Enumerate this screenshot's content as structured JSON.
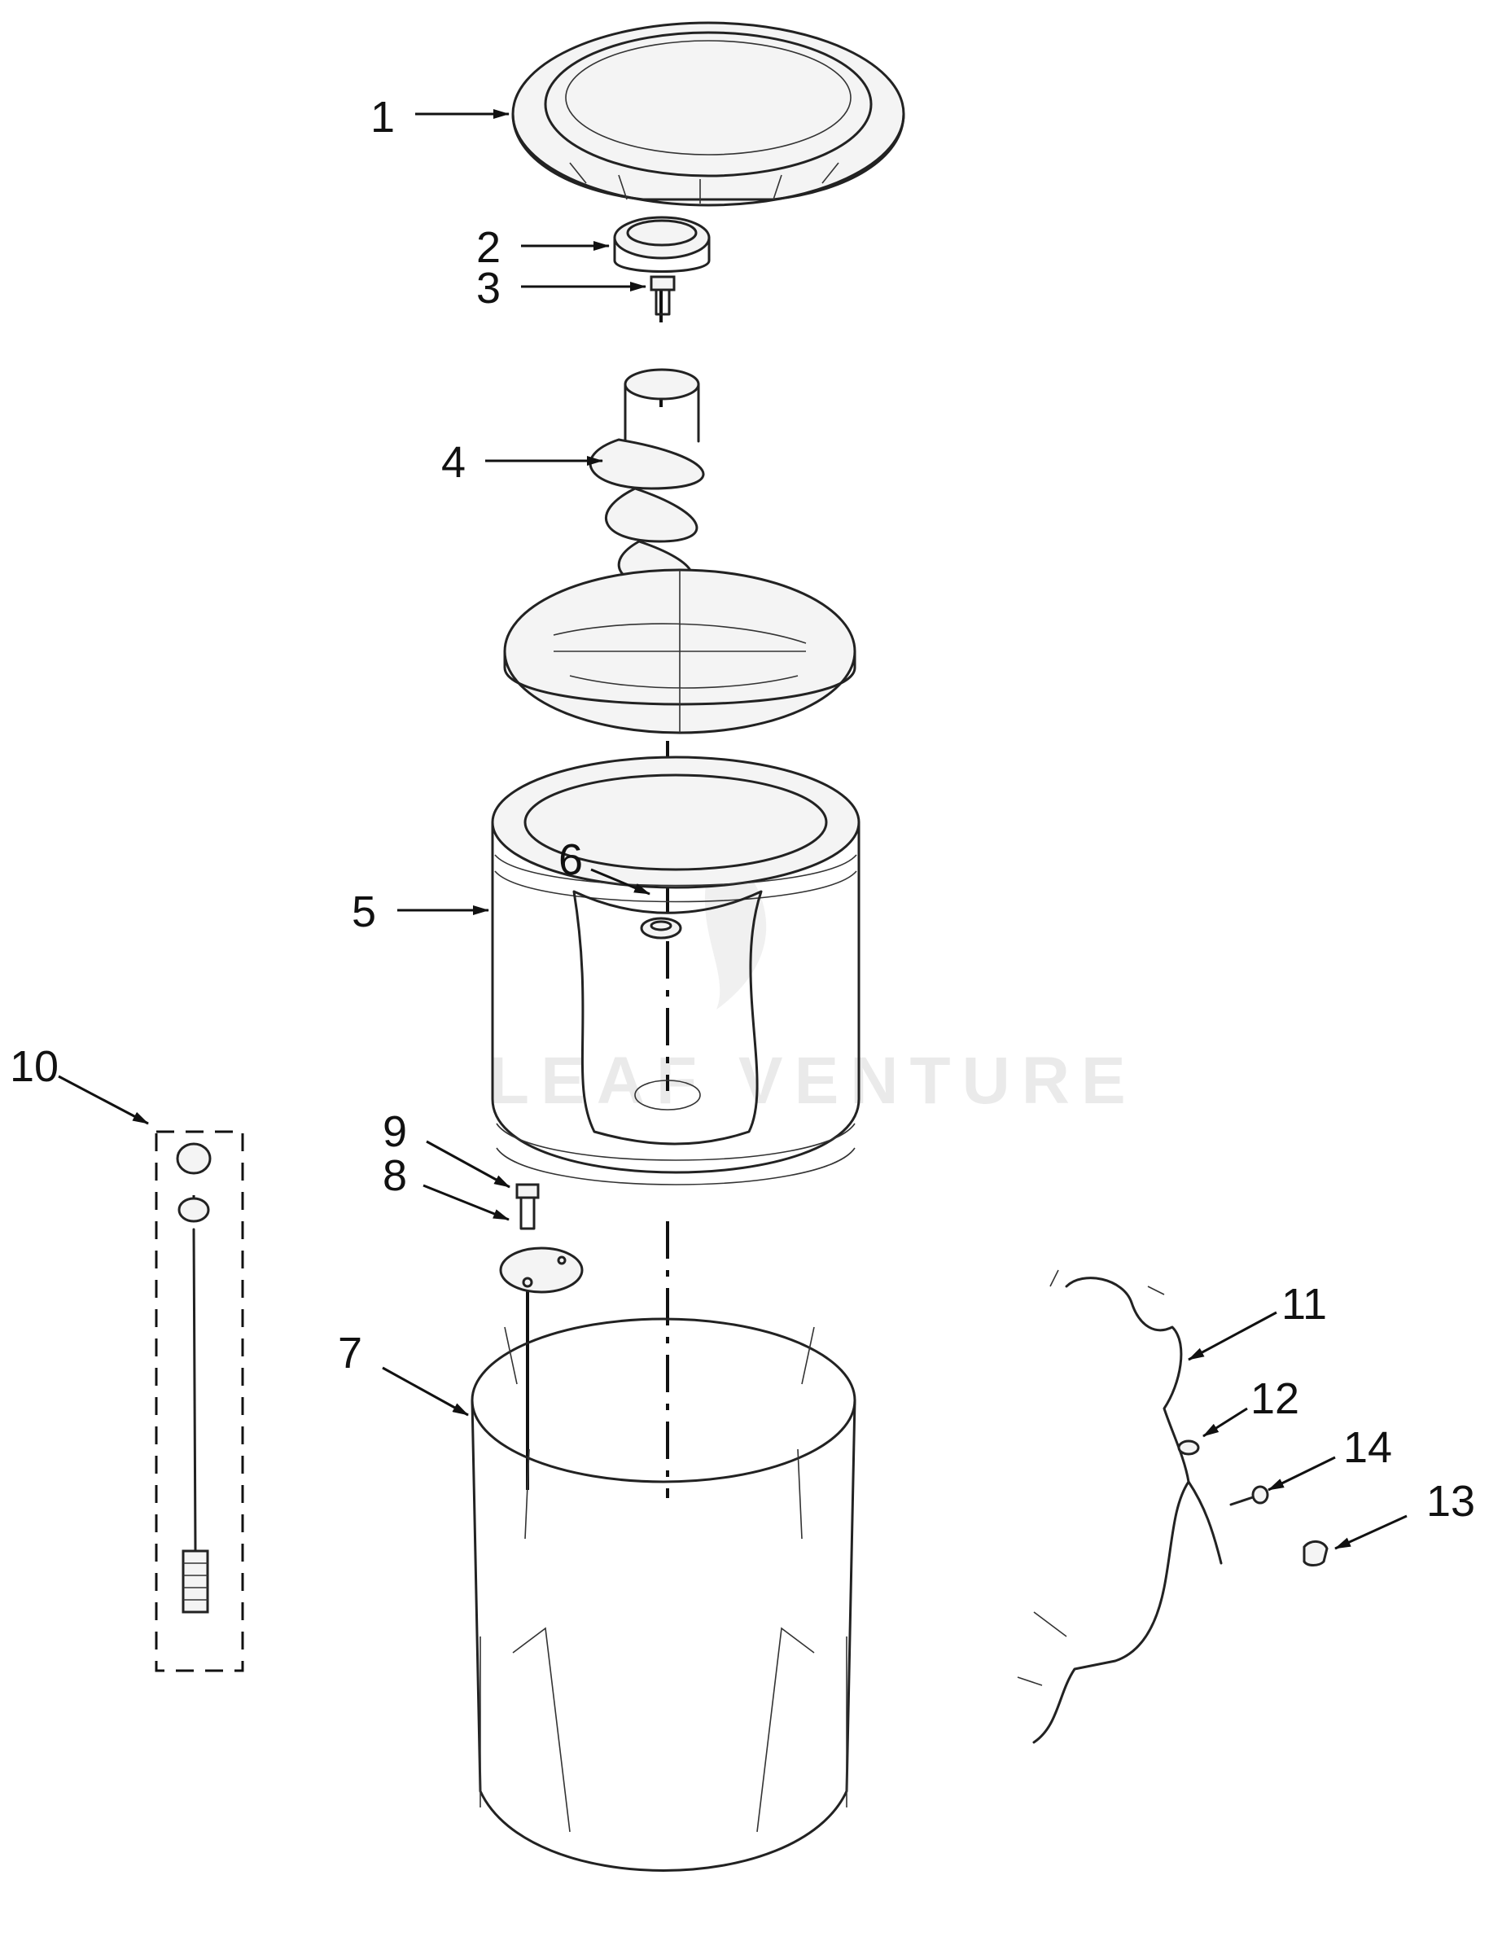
{
  "watermark": {
    "text": "LEAF VENTURE"
  },
  "callouts": [
    {
      "id": "1",
      "label": "1"
    },
    {
      "id": "2",
      "label": "2"
    },
    {
      "id": "3",
      "label": "3"
    },
    {
      "id": "4",
      "label": "4"
    },
    {
      "id": "5",
      "label": "5"
    },
    {
      "id": "6",
      "label": "6"
    },
    {
      "id": "7",
      "label": "7"
    },
    {
      "id": "8",
      "label": "8"
    },
    {
      "id": "9",
      "label": "9"
    },
    {
      "id": "10",
      "label": "10"
    },
    {
      "id": "11",
      "label": "11"
    },
    {
      "id": "12",
      "label": "12"
    },
    {
      "id": "13",
      "label": "13"
    },
    {
      "id": "14",
      "label": "14"
    }
  ],
  "colors": {
    "line": "#222222",
    "background": "#ffffff"
  }
}
